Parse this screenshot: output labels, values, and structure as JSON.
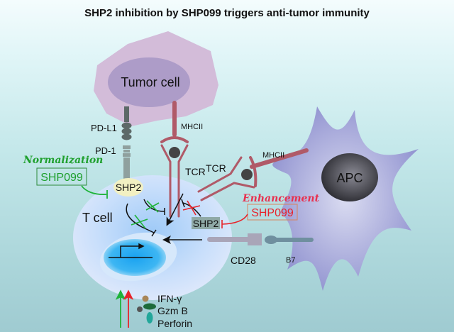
{
  "title": "SHP2 inhibition by SHP099 triggers anti-tumor immunity",
  "cells": {
    "tumor": "Tumor cell",
    "t_cell": "T cell",
    "apc": "APC"
  },
  "receptors": {
    "pd_l1": "PD-L1",
    "pd_1": "PD-1",
    "mhcii_top": "MHCII",
    "tcr_top": "TCR",
    "mhcii_right": "MHCII",
    "tcr_right": "TCR",
    "cd28": "CD28",
    "b7": "B7"
  },
  "shp2": {
    "left": "SHP2",
    "right": "SHP2"
  },
  "normalization": {
    "heading": "Normalization",
    "drug": "SHP099",
    "color": "#1fa02e"
  },
  "enhancement": {
    "heading": "Enhancement",
    "drug": "SHP099",
    "color": "#e8232a"
  },
  "cytokines": [
    "IFN-γ",
    "Gzm B",
    "Perforin"
  ],
  "colors": {
    "tumor": "#d3bcd9",
    "apc": "#8f8fcf",
    "mhc_tcr": "#b05a68",
    "pd": "#8a9a9a"
  }
}
